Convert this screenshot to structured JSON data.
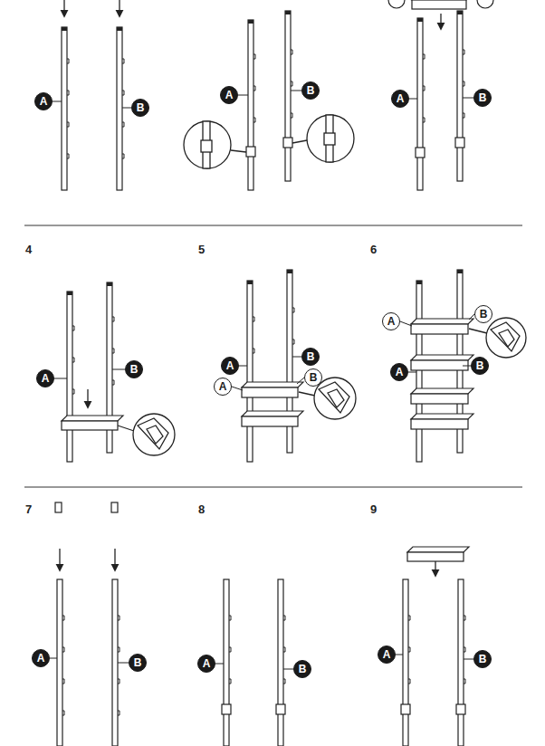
{
  "diagram": {
    "nodes": [
      {
        "text": [
          "A"
        ]
      },
      {
        "text": [
          "B"
        ]
      },
      {
        "text": [
          "A"
        ]
      },
      {
        "text": [
          "B"
        ]
      },
      {
        "text": [
          "A"
        ]
      },
      {
        "text": [
          "B"
        ]
      },
      {
        "text": [
          "A"
        ]
      },
      {
        "text": [
          "B"
        ]
      },
      {
        "text": [
          "A"
        ]
      },
      {
        "text": [
          "B"
        ]
      },
      {
        "text": [
          "A"
        ]
      },
      {
        "text": [
          "B"
        ]
      },
      {
        "text": [
          "A"
        ]
      },
      {
        "text": [
          "B"
        ]
      },
      {
        "text": [
          "A"
        ]
      },
      {
        "text": [
          "B"
        ]
      },
      {
        "text": [
          "A"
        ]
      },
      {
        "text": [
          "B"
        ]
      },
      {
        "text": [
          "A"
        ]
      },
      {
        "text": [
          "B"
        ]
      },
      {
        "text": [
          "A"
        ]
      },
      {
        "text": [
          "B"
        ]
      }
    ],
    "labels": [
      "4",
      "5",
      "6",
      "7",
      "8",
      "9"
    ]
  }
}
